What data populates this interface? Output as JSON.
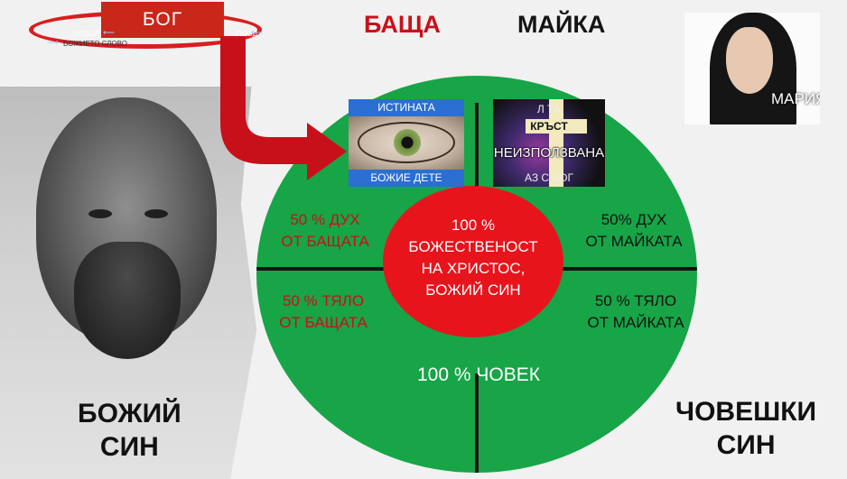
{
  "top": {
    "god": "БОГ",
    "love": "ЛЮБОВ",
    "fruit": "ПЛОД",
    "word": "БОЖИЕТО СЛОВО"
  },
  "headers": {
    "father": "БАЩА",
    "mother": "МАЙКА"
  },
  "eye_box": {
    "top": "ИСТИНАТА",
    "bottom": "БОЖИЕ ДЕТЕ"
  },
  "cross_box": {
    "top": "Л  ТА",
    "cross": "КРЪСТ",
    "unused": "НЕИЗПОЛЗВАНА",
    "bottom": "АЗ С  БОГ"
  },
  "maria": "МАРИЯ",
  "quadrants": {
    "top_left": [
      "50 % ДУХ",
      "ОТ БАЩАТА"
    ],
    "top_right": [
      "50% ДУХ",
      "ОТ МАЙКАТА"
    ],
    "bottom_left": [
      "50 % ТЯЛО",
      "ОТ БАЩАТА"
    ],
    "bottom_right": [
      "50 % ТЯЛО",
      "ОТ МАЙКАТА"
    ]
  },
  "center": [
    "100 %",
    "БОЖЕСТВЕНОСТ",
    "НА ХРИСТОС,",
    "БОЖИЙ СИН"
  ],
  "human": "100 % ЧОВЕК",
  "son_of_god": [
    "БОЖИЙ",
    "СИН"
  ],
  "human_son": [
    "ЧОВЕШКИ",
    "СИН"
  ],
  "colors": {
    "green": "#17a547",
    "red": "#e8141c",
    "dark_red": "#c8101a"
  }
}
